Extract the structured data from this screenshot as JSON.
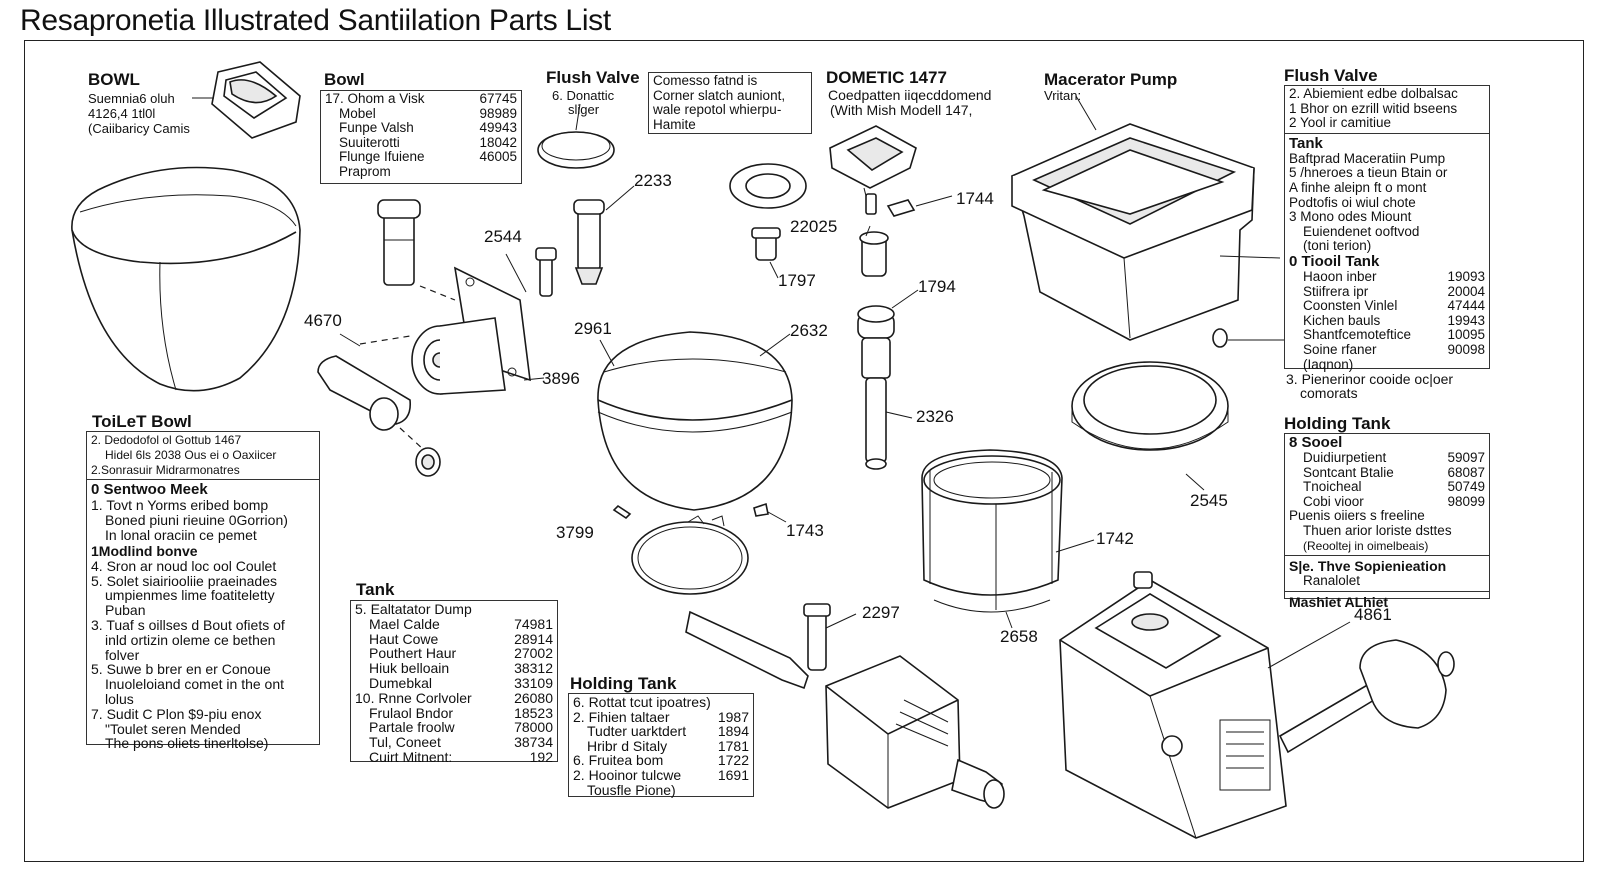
{
  "page": {
    "title": "Resapronetia Illustrated Santiilation Parts List"
  },
  "labels": {
    "bowl_head": "BOWL",
    "bowl_sub": [
      "Suemnia6 oluh",
      "4126,4 1tl0l",
      "(Caiibaricy Camis"
    ],
    "flush_valve_head": "Flush Valve",
    "flush_valve_sub": [
      "6. Donattic",
      "sliger"
    ],
    "dometic_head": "DOMETIC 1477",
    "dometic_sub": [
      "Coedpatten iiqecddomend",
      "(With Mish Modell 147,"
    ],
    "macerator_head": "Macerator Pump",
    "macerator_sub": "Vritan:",
    "toilet_bowl_head": "ToiLeT Bowl",
    "tank_head": "Tank",
    "holding_tank_head": "Holding Tank",
    "holding_tank_head_right": "Holding Tank",
    "flush_valve_right_head": "Flush Valve",
    "note_below_right": [
      "3. Pienerinor cooide oc|oer",
      "comorats"
    ]
  },
  "callouts": {
    "c2233": "2233",
    "c2544": "2544",
    "c4670": "4670",
    "c3896": "3896",
    "c22025": "22025",
    "c1744": "1744",
    "c1797": "1797",
    "c1794": "1794",
    "c2961": "2961",
    "c2632": "2632",
    "c2326": "2326",
    "c2545": "2545",
    "c3799": "3799",
    "c1743": "1743",
    "c1742": "1742",
    "c2658": "2658",
    "c2297": "2297",
    "c4861": "4861"
  },
  "bowl_table": {
    "rows": [
      {
        "name": "17. Ohom a Visk",
        "num": "67745"
      },
      {
        "name": "Mobel",
        "num": "98989"
      },
      {
        "name": "Funpe Valsh",
        "num": "49943"
      },
      {
        "name": "Suuiterotti",
        "num": "18042"
      },
      {
        "name": "Flunge Ifuiene",
        "num": "46005"
      },
      {
        "name": "Praprom",
        "num": ""
      }
    ]
  },
  "flush_note": [
    "Comesso  fatnd is",
    "Corner slatch auniont,",
    "wale repotol whierpu-",
    "Hamite"
  ],
  "toilet_box": {
    "top": [
      "2. Dedodofol ol Gottub 1467",
      "Hidel 6ls 2038 Ous ei o Oaxiicer",
      "2.Sonrasuir Midrarmonatres"
    ],
    "section_head": "0 Sentwoo Meek",
    "items": [
      "1. Tovt n Yorms eribed bomp",
      "Boned piuni rieuine 0Gorrion)",
      "In lonal oraciin ce pemet"
    ],
    "subhead": "1Modlind bonve",
    "items2": [
      "4. Sron ar noud loc ool Coulet",
      "5. Solet siairiooliie praeinades",
      "umpienmes lime foatiteletty",
      "Puban",
      "3. Tuaf s oillses d Bout ofiets of",
      "inld ortizin oleme ce bethen",
      "folver",
      "5. Suwe b brer en er Conoue",
      "Inuoleloiand comet in the ont",
      "lolus",
      "7. Sudit C Plon $9-piu enox",
      "\"Toulet seren Mended",
      "The pons oliets tinerltolse)"
    ]
  },
  "tank_table": {
    "head": "5. Ealtatator Dump",
    "rows": [
      {
        "name": "Mael Calde",
        "num": "74981"
      },
      {
        "name": "Haut Cowe",
        "num": "28914"
      },
      {
        "name": "Pouthert Haur",
        "num": "27002"
      },
      {
        "name": "Hiuk belloain",
        "num": "38312"
      },
      {
        "name": "Dumebkal",
        "num": "33109"
      },
      {
        "name": "10. Rnne Corlvoler",
        "num": "26080"
      },
      {
        "name": "Frulaol Bndor",
        "num": "18523"
      },
      {
        "name": "Partale froolw",
        "num": "78000"
      },
      {
        "name": "Tul, Coneet",
        "num": "38734"
      },
      {
        "name": "Cuirt Mitnent:",
        "num": "192"
      }
    ]
  },
  "holding_table": {
    "head": "6. Rottat tcut ipoatres)",
    "rows": [
      {
        "name": "2. Fihien taltaer",
        "num": "1987"
      },
      {
        "name": "Tudter uarktdert",
        "num": "1894"
      },
      {
        "name": "Hribr d Sitaly",
        "num": "1781"
      },
      {
        "name": "6. Fruitea bom",
        "num": "1722"
      },
      {
        "name": "2. Hooinor tulcwe",
        "num": "1691"
      },
      {
        "name": "Tousfle Pione)",
        "num": ""
      }
    ]
  },
  "right_box": {
    "top": [
      "2. Abiemient edbe dolbalsac",
      "1 Bhor on ezrill witid bseens",
      "2 Yool ir camitiue"
    ],
    "tank_head": "Tank",
    "tank_lines": [
      "Baftprad Maceratiin Pump",
      "5 /hneroes a tieun Btain or",
      "A finhe  aleipn ft o mont",
      "Podtofis oi wiul chote",
      "3 Mono odes Miount",
      "Euiendenet ooftvod",
      "(toni terion)"
    ],
    "tooil_head": "0 Tiooil Tank",
    "tooil_rows": [
      {
        "name": "Haoon inber",
        "num": "19093"
      },
      {
        "name": "Stiifrera ipr",
        "num": "20004"
      },
      {
        "name": "Coonsten Vinlel",
        "num": "47444"
      },
      {
        "name": "Kichen bauls",
        "num": "19943"
      },
      {
        "name": "Shantfcemoteftice",
        "num": "10095"
      },
      {
        "name": "Soine rfaner",
        "num": "90098"
      },
      {
        "name": "(Iaqnon)",
        "num": ""
      }
    ]
  },
  "holding_right_box": {
    "head": "8 Sooel",
    "rows": [
      {
        "name": "Duidiurpetient",
        "num": "59097"
      },
      {
        "name": "Sontcant Btalie",
        "num": "68087"
      },
      {
        "name": "Tnoicheal",
        "num": "50749"
      },
      {
        "name": "Cobi vioor",
        "num": "98099"
      }
    ],
    "lines": [
      "Puenis oiiers s freeline",
      "Thuen arior loriste dsttes",
      "(Reooltej in oimelbeais)"
    ],
    "sec2": "S|e. Thve Sopienieation",
    "sec2_sub": "Ranalolet",
    "footer": "Mashiet ALhiet"
  }
}
